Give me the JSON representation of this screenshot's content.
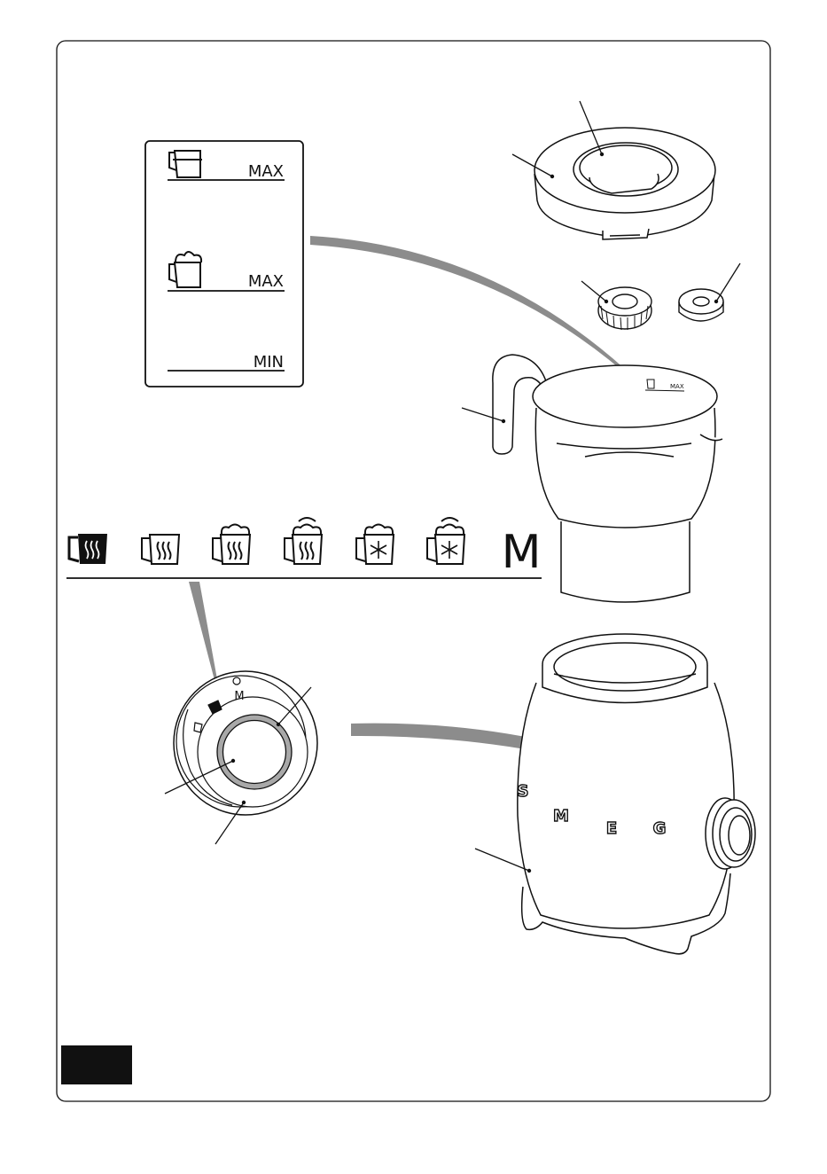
{
  "level_panel": {
    "labels": [
      "MAX",
      "MAX",
      "MIN"
    ]
  },
  "mode_selector": {
    "manual_label": "M"
  },
  "jug": {
    "level_label": "MAX"
  },
  "knob": {
    "ring_label": "M"
  },
  "appliance": {
    "logo_letters": [
      "S",
      "M",
      "E",
      "G"
    ]
  },
  "colors": {
    "line": "#111111",
    "callout_band": "#8c8c8c",
    "knob_ring": "#a8a8a8",
    "page_tab": "#111111"
  }
}
